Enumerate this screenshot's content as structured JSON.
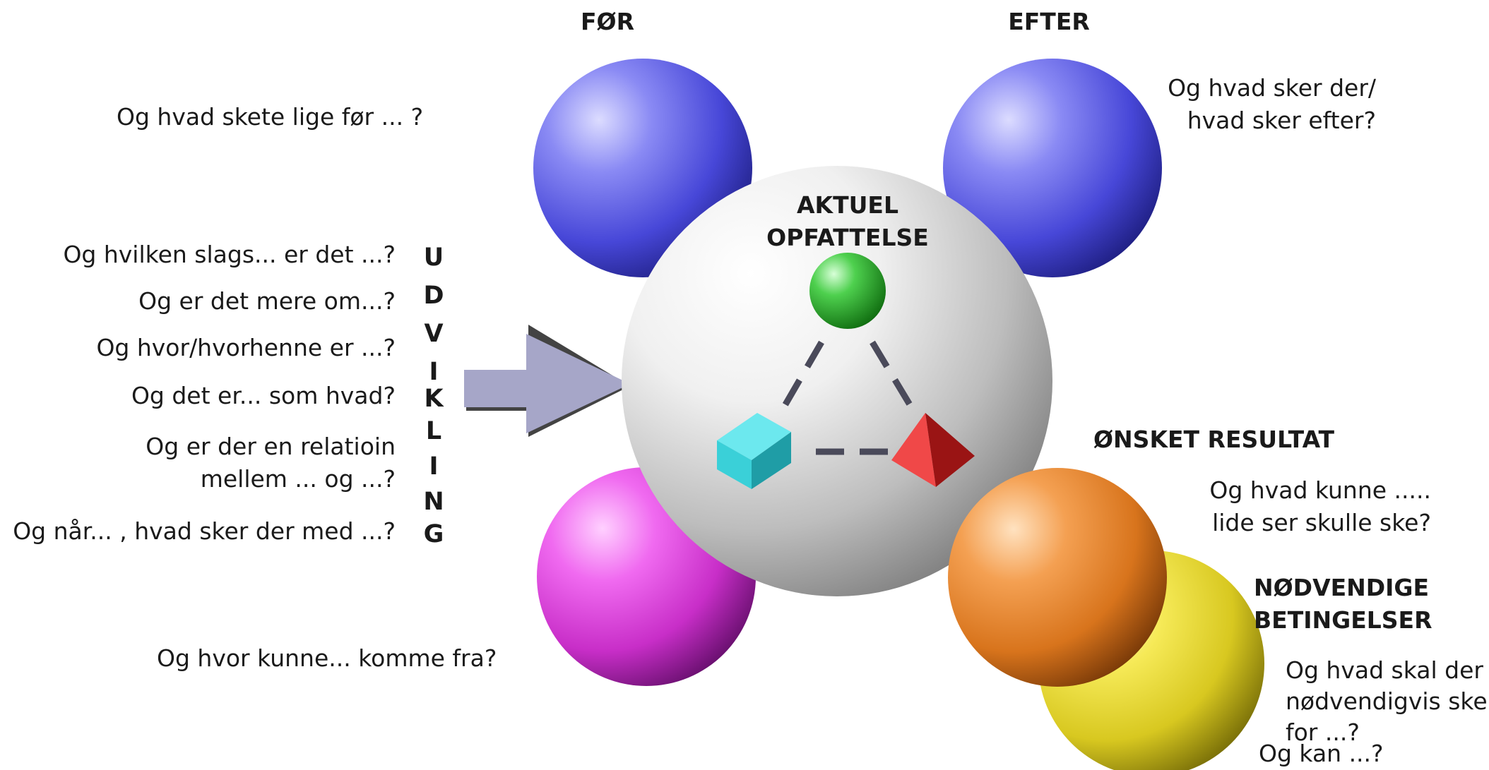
{
  "headings": {
    "before": "FØR",
    "after": "EFTER",
    "current": [
      "AKTUEL",
      "OPFATTELSE"
    ],
    "desired": "ØNSKET RESULTAT",
    "conditions": [
      "NØDVENDIGE",
      "BETINGELSER"
    ]
  },
  "questions": {
    "before": "Og hvad skete lige før ... ?",
    "after": [
      "Og hvad sker der/",
      "hvad sker efter?"
    ],
    "kind": "Og hvilken slags... er det ...?",
    "more": "Og er det mere om...?",
    "where": "Og hvor/hvorhenne er ...?",
    "like": "Og det er... som hvad?",
    "relation": [
      "Og er der en relatioin",
      "mellem ... og ...?"
    ],
    "when": "Og når... , hvad sker der med ...?",
    "origin": "Og hvor kunne... komme fra?",
    "desired": [
      "Og hvad kunne .....",
      "lide ser skulle ske?"
    ],
    "conditions": [
      "Og hvad skal der",
      "nødvendigvis ske",
      "for ...?",
      "Og kan ...?"
    ]
  },
  "vertical_word": [
    "U",
    "D",
    "V",
    "I",
    "K",
    "L",
    "I",
    "N",
    "G"
  ],
  "colors": {
    "before_sphere": "#5a5ae6",
    "after_sphere": "#5a5ae6",
    "origin_sphere": "#d23ad2",
    "desired_sphere": "#e8862a",
    "conditions_sphere": "#e6d830",
    "center_sphere": "#c8c8c8",
    "green_ball": "#22b822",
    "cyan_cube": "#3ad0d8",
    "red_pyramid": "#e02020",
    "arrow": "#a6a6c8"
  }
}
